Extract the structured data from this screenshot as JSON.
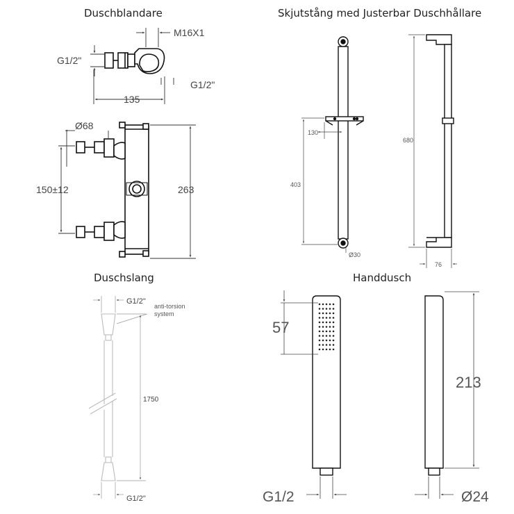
{
  "panels": {
    "blandare": {
      "title": "Duschblandare",
      "dims": {
        "thread": "M16X1",
        "inlet_left": "G1/2\"",
        "outlet": "G1/2\"",
        "width": "135",
        "diameter": "Ø68",
        "center_distance": "150±12",
        "height": "263"
      }
    },
    "stang": {
      "title": "Skjutstång med Justerbar Duschhållare",
      "dims": {
        "holder": "130",
        "spacing": "403",
        "bracket": "Ø30",
        "length": "680",
        "depth": "76"
      }
    },
    "slang": {
      "title": "Duschslang",
      "dims": {
        "top_thread": "G1/2\"",
        "anti_torsion_1": "anti-torsion",
        "anti_torsion_2": "system",
        "length": "1750",
        "bottom_thread": "G1/2\""
      }
    },
    "handdusch": {
      "title": "Handdusch",
      "dims": {
        "head": "57",
        "length": "213",
        "thread": "G1/2",
        "diameter": "Ø24"
      }
    }
  }
}
